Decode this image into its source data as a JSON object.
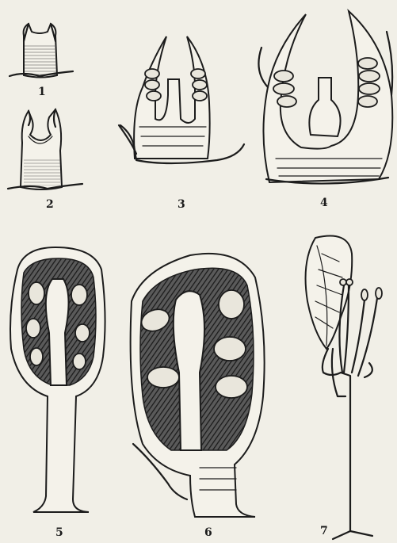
{
  "figures": [
    {
      "label": "1"
    },
    {
      "label": "2"
    },
    {
      "label": "3"
    },
    {
      "label": "4"
    },
    {
      "label": "5"
    },
    {
      "label": "6"
    },
    {
      "label": "7"
    }
  ]
}
